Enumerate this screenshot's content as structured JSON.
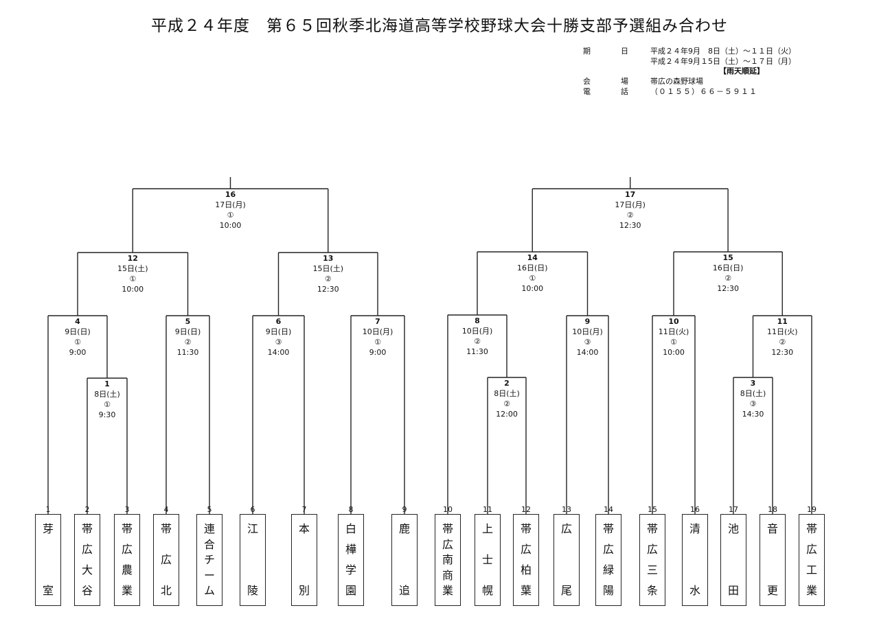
{
  "title": "平成２４年度　第６５回秋季北海道高等学校野球大会十勝支部予選組み合わせ",
  "info": {
    "period_label": "期　　　　日",
    "period_line1": "平成２４年9月　8日（土）～１１日（火）",
    "period_line2": "平成２４年9月１5日（土）～１７日（月）",
    "rain_note": "【雨天順延】",
    "venue_label": "会　　　　場",
    "venue": "帯広の森野球場",
    "phone_label": "電　　　　話",
    "phone": "（０１５５）６６－５９１１"
  },
  "teams": [
    {
      "seed": "1",
      "name": [
        "芽",
        "室"
      ]
    },
    {
      "seed": "2",
      "name": [
        "帯",
        "広",
        "大",
        "谷"
      ]
    },
    {
      "seed": "3",
      "name": [
        "帯",
        "広",
        "農",
        "業"
      ]
    },
    {
      "seed": "4",
      "name": [
        "帯",
        "広",
        "北"
      ]
    },
    {
      "seed": "5",
      "name": [
        "連",
        "合",
        "チ",
        "ー",
        "ム"
      ]
    },
    {
      "seed": "6",
      "name": [
        "江",
        "陵"
      ]
    },
    {
      "seed": "7",
      "name": [
        "本",
        "別"
      ]
    },
    {
      "seed": "8",
      "name": [
        "白",
        "樺",
        "学",
        "園"
      ]
    },
    {
      "seed": "9",
      "name": [
        "鹿",
        "追"
      ]
    },
    {
      "seed": "10",
      "name": [
        "帯",
        "広",
        "南",
        "商",
        "業"
      ]
    },
    {
      "seed": "11",
      "name": [
        "上",
        "士",
        "幌"
      ]
    },
    {
      "seed": "12",
      "name": [
        "帯",
        "広",
        "柏",
        "葉"
      ]
    },
    {
      "seed": "13",
      "name": [
        "広",
        "尾"
      ]
    },
    {
      "seed": "14",
      "name": [
        "帯",
        "広",
        "緑",
        "陽"
      ]
    },
    {
      "seed": "15",
      "name": [
        "帯",
        "広",
        "三",
        "条"
      ]
    },
    {
      "seed": "16",
      "name": [
        "清",
        "水"
      ]
    },
    {
      "seed": "17",
      "name": [
        "池",
        "田"
      ]
    },
    {
      "seed": "18",
      "name": [
        "音",
        "更"
      ]
    },
    {
      "seed": "19",
      "name": [
        "帯",
        "広",
        "工",
        "業"
      ]
    }
  ],
  "matches": [
    {
      "num": "1",
      "date": "8日(土)",
      "game": "①",
      "time": "9:30"
    },
    {
      "num": "2",
      "date": "8日(土)",
      "game": "②",
      "time": "12:00"
    },
    {
      "num": "3",
      "date": "8日(土)",
      "game": "③",
      "time": "14:30"
    },
    {
      "num": "4",
      "date": "9日(日)",
      "game": "①",
      "time": "9:00"
    },
    {
      "num": "5",
      "date": "9日(日)",
      "game": "②",
      "time": "11:30"
    },
    {
      "num": "6",
      "date": "9日(日)",
      "game": "③",
      "time": "14:00"
    },
    {
      "num": "7",
      "date": "10日(月)",
      "game": "①",
      "time": "9:00"
    },
    {
      "num": "8",
      "date": "10日(月)",
      "game": "②",
      "time": "11:30"
    },
    {
      "num": "9",
      "date": "10日(月)",
      "game": "③",
      "time": "14:00"
    },
    {
      "num": "10",
      "date": "11日(火)",
      "game": "①",
      "time": "10:00"
    },
    {
      "num": "11",
      "date": "11日(火)",
      "game": "②",
      "time": "12:30"
    },
    {
      "num": "12",
      "date": "15日(土)",
      "game": "①",
      "time": "10:00"
    },
    {
      "num": "13",
      "date": "15日(土)",
      "game": "②",
      "time": "12:30"
    },
    {
      "num": "14",
      "date": "16日(日)",
      "game": "①",
      "time": "10:00"
    },
    {
      "num": "15",
      "date": "16日(日)",
      "game": "②",
      "time": "12:30"
    },
    {
      "num": "16",
      "date": "17日(月)",
      "game": "①",
      "time": "10:00"
    },
    {
      "num": "17",
      "date": "17日(月)",
      "game": "②",
      "time": "12:30"
    }
  ]
}
